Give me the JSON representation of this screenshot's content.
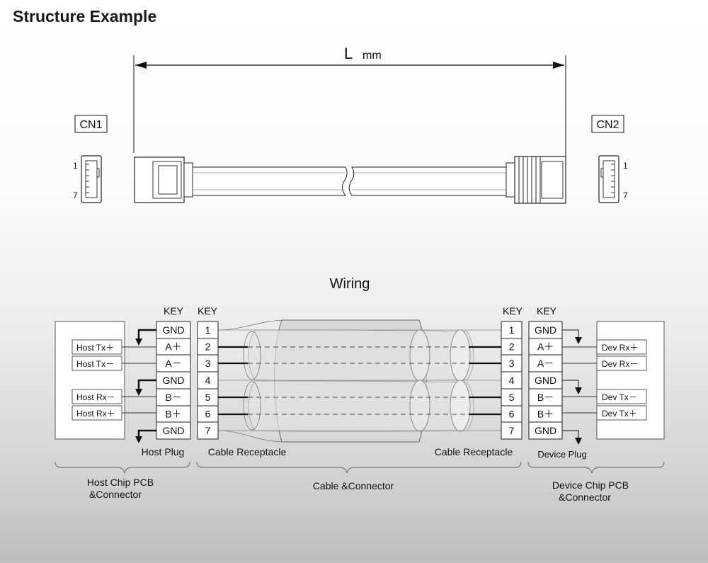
{
  "page_title": "Structure Example",
  "length_label": "L",
  "length_unit": "mm",
  "cn1_label": "CN1",
  "cn2_label": "CN2",
  "pin_first": "1",
  "pin_last": "7",
  "wiring_title": "Wiring",
  "key_label": "KEY",
  "host_pins": [
    "GND",
    "A＋",
    "A－",
    "GND",
    "B－",
    "B＋",
    "GND"
  ],
  "receptacle_pins": [
    "1",
    "2",
    "3",
    "4",
    "5",
    "6",
    "7"
  ],
  "device_pins": [
    "GND",
    "A＋",
    "A－",
    "GND",
    "B－",
    "B＋",
    "GND"
  ],
  "host_signals": [
    "Host Tx＋",
    "Host Tx－",
    "Host Rx－",
    "Host Rx＋"
  ],
  "device_signals": [
    "Dev Rx＋",
    "Dev Rx－",
    "Dev Tx－",
    "Dev Tx＋"
  ],
  "host_plug_label": "Host Plug",
  "cable_receptacle_left": "Cable Receptacle",
  "cable_receptacle_right": "Cable Receptacle",
  "device_plug_label": "Device Plug",
  "group_host_line1": "Host Chip PCB",
  "group_host_line2": "&Connector",
  "group_cable": "Cable &Connector",
  "group_device_line1": "Device Chip PCB",
  "group_device_line2": "&Connector"
}
